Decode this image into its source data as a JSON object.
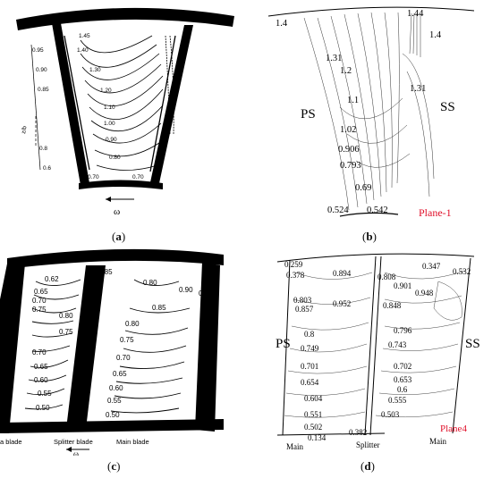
{
  "panels": {
    "a": {
      "caption": "a",
      "contours": [
        "1.45",
        "1.40",
        "1.30",
        "1.20",
        "1.10",
        "1.00",
        "0.90",
        "0.80",
        "0.70",
        "0.70"
      ],
      "side_labels": [
        "0.95",
        "0.90",
        "0.85",
        "0.8",
        "0.6"
      ],
      "axis_label": "z/b",
      "rotation_symbol": "ω"
    },
    "b": {
      "caption": "b",
      "ps": "PS",
      "ss": "SS",
      "plane": "Plane-1",
      "values": [
        "1.4",
        "1.44",
        "1.4",
        "1.31",
        "1.2",
        "1.31",
        "1.1",
        "1.02",
        "0.906",
        "0.793",
        "0.69",
        "0.524",
        "0.542"
      ],
      "colors": {
        "plane": "#e0102a"
      }
    },
    "c": {
      "caption": "c",
      "left_values": [
        "0.62",
        "0.65",
        "0.70",
        "0.75",
        "0.80",
        "0.75",
        "0.70",
        "0.65",
        "0.60",
        "0.55",
        "0.50"
      ],
      "top_value": "0.85",
      "right_values": [
        "0.80",
        "0.90",
        "0.95",
        "0.85",
        "0.80",
        "0.75",
        "0.70",
        "0.65",
        "0.60",
        "0.55",
        "0.50"
      ],
      "splitter_label": "Splitter blade",
      "main_label": "Main blade",
      "left_blade": "a blade",
      "rotation_symbol": "ω"
    },
    "d": {
      "caption": "d",
      "ps": "PS",
      "ss": "SS",
      "plane": "Plane4",
      "main_left": "Main",
      "splitter": "Splitter",
      "main_right": "Main",
      "left_values": [
        "0.259",
        "0.378",
        "0.894",
        "0.803",
        "0.857",
        "0.952",
        "0.8",
        "0.749",
        "0.701",
        "0.654",
        "0.604",
        "0.551",
        "0.502",
        "0.134"
      ],
      "right_values": [
        "0.347",
        "0.532",
        "0.808",
        "0.901",
        "0.948",
        "0.848",
        "0.796",
        "0.743",
        "0.702",
        "0.653",
        "0.6",
        "0.555",
        "0.503",
        "0.382"
      ],
      "colors": {
        "plane": "#e0102a"
      }
    }
  }
}
